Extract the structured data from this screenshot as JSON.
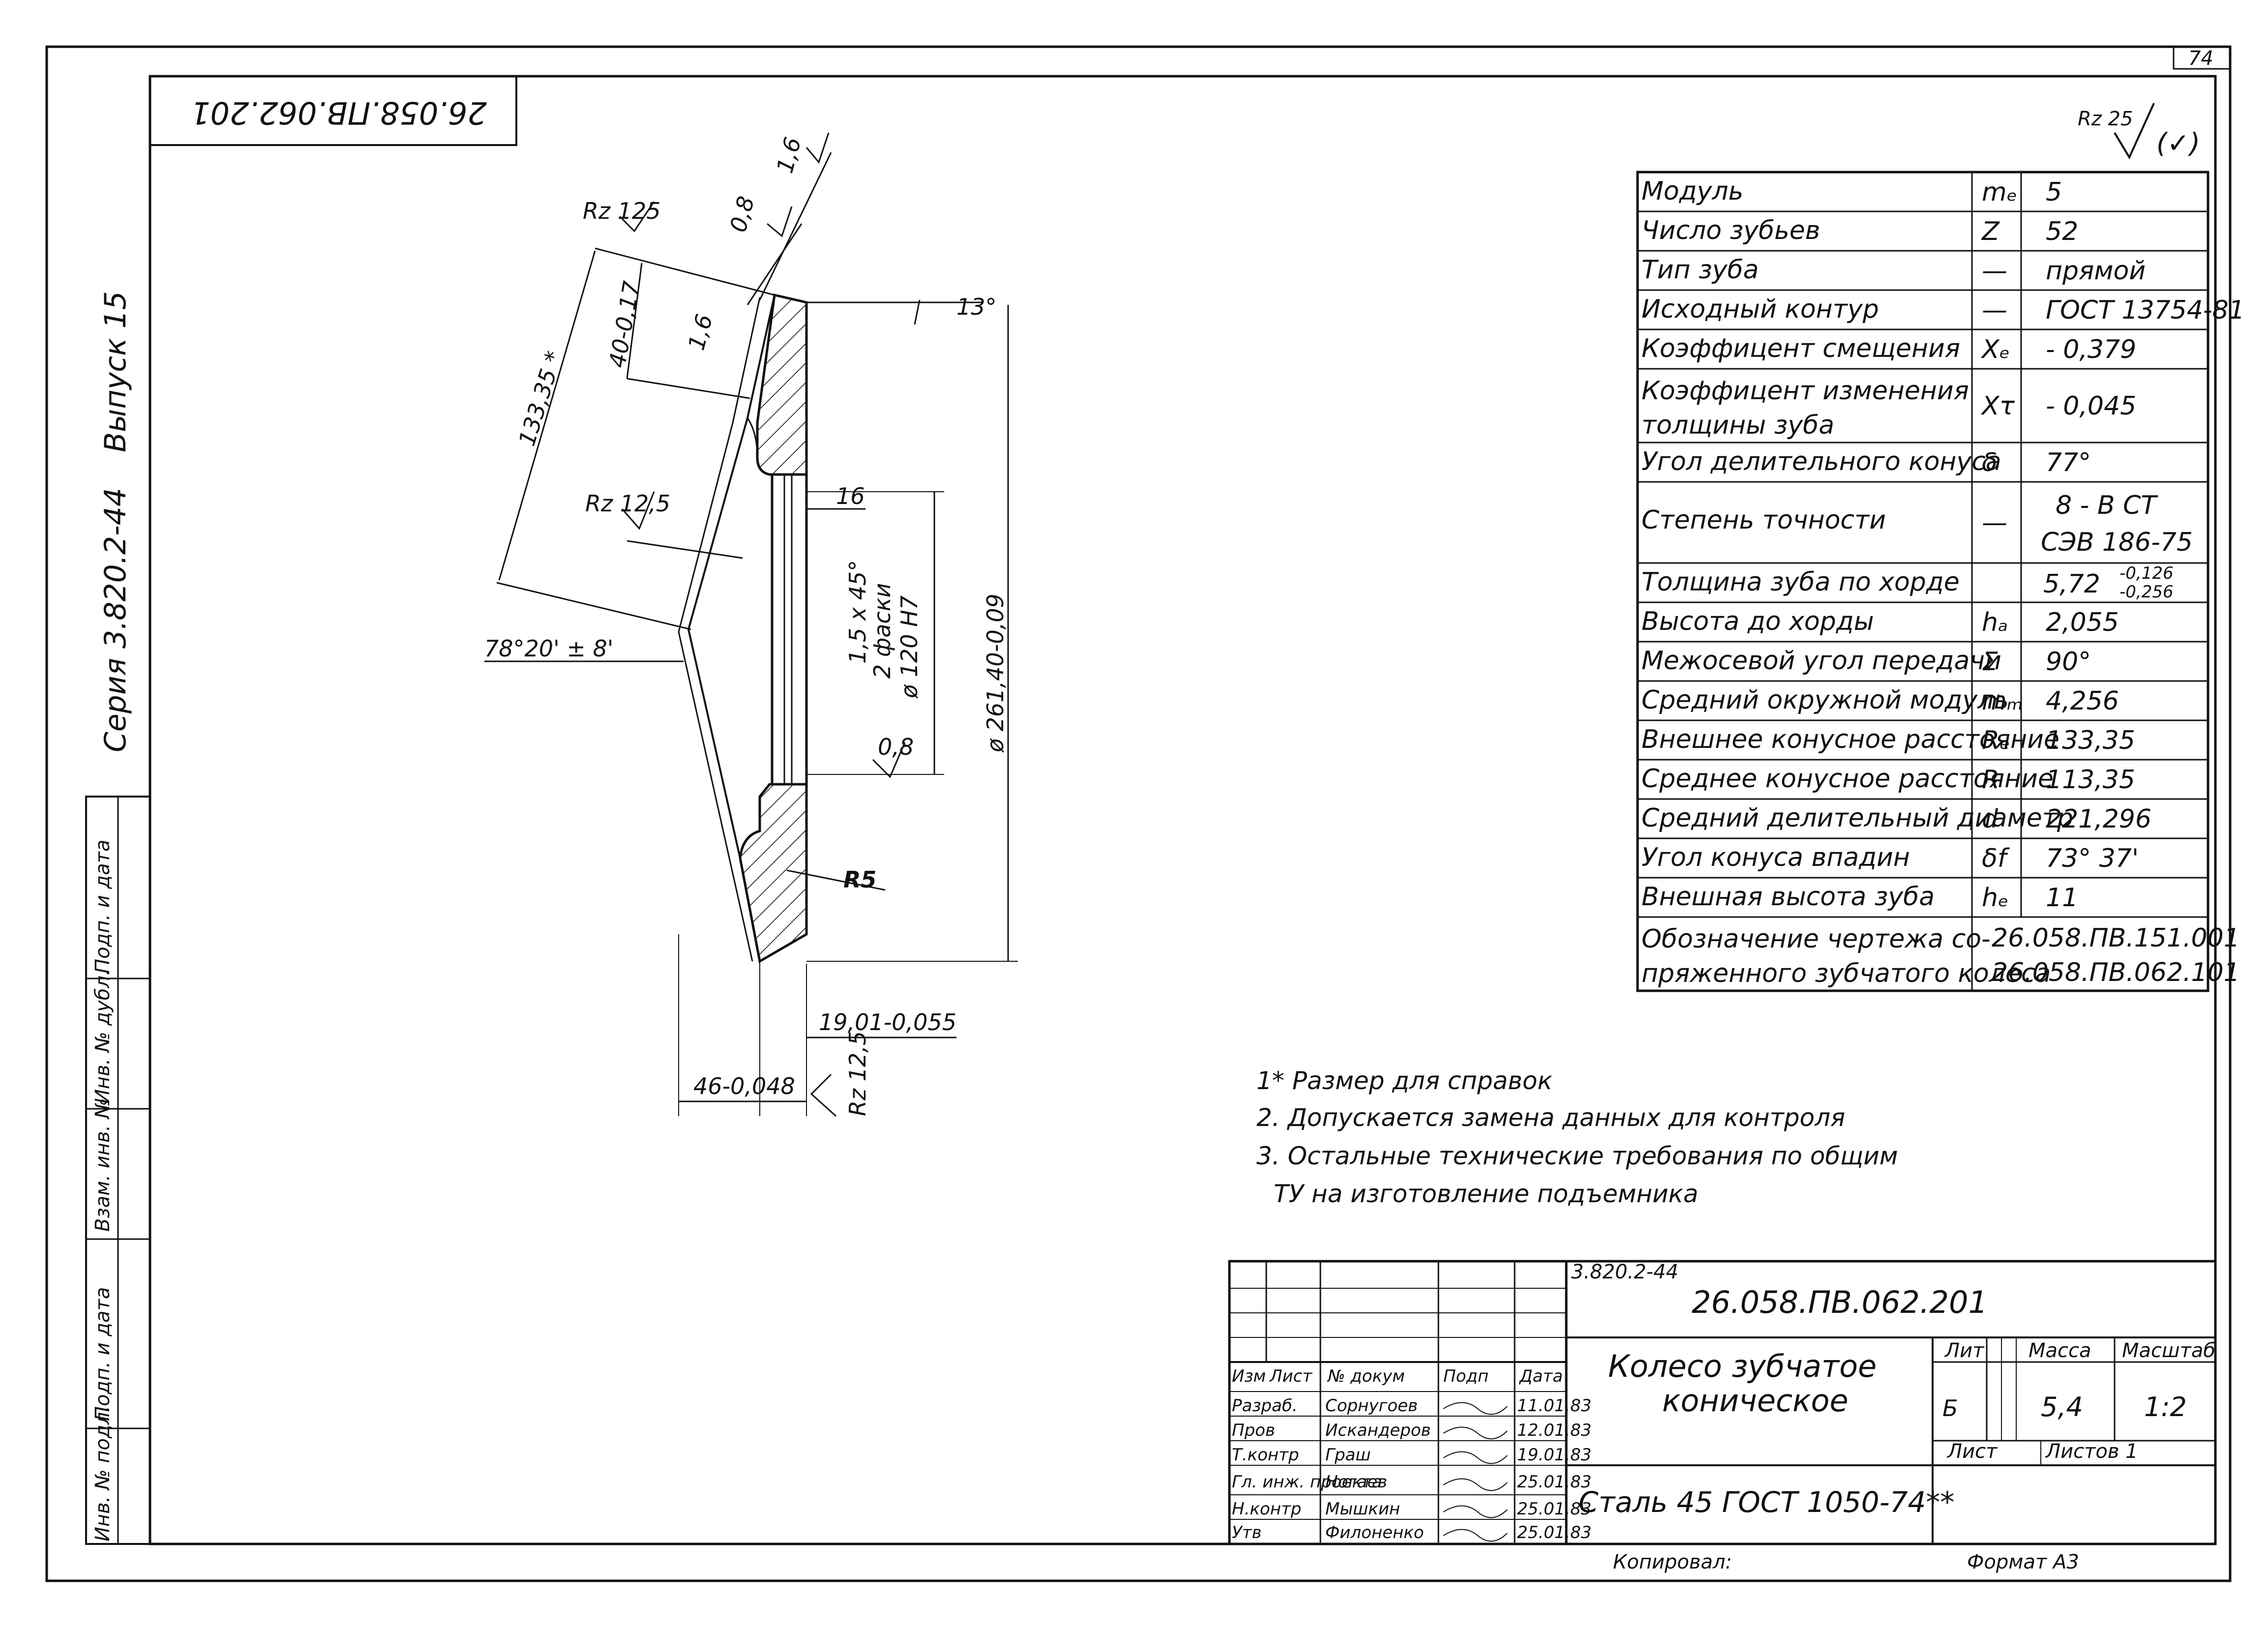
{
  "sheet": {
    "page_number": "74",
    "stamp_rotated": "26.058.ПВ.062.201",
    "roughness_general": "Rz 25",
    "roughness_general_suffix": "(✓)"
  },
  "side_panel": {
    "series": "Серия 3.820.2-44",
    "issue": "Выпуск 15",
    "cells": [
      "Инв. № подл.",
      "Подп. и дата",
      "Взам. инв. №",
      "Инв. № дубл.",
      "Подп. и дата"
    ]
  },
  "drawing": {
    "dims": {
      "rz125_top": "Rz 125",
      "r08_top": "0,8",
      "r16_top": "1,6",
      "r16_mid": "1,6",
      "angle13": "13°",
      "len133": "133,35 *",
      "len40": "40-0,17",
      "rz125_mid": "Rz 12,5",
      "dim16": "16",
      "chamfer": "1,5 х 45°",
      "chamfer2": "2 фаски",
      "dia120": "ø 120 Н7",
      "dia261": "ø 261,40-0,09",
      "angle78": "78°20' ± 8'",
      "r08_bot": "0,8",
      "r5": "R5",
      "len19": "19,01-0,055",
      "len46": "46-0,048",
      "rz125_bot": "Rz 12,5"
    }
  },
  "params_table": {
    "rows": [
      {
        "name": "Модуль",
        "sym": "mₑ",
        "val": "5"
      },
      {
        "name": "Число зубьев",
        "sym": "Z",
        "val": "52"
      },
      {
        "name": "Тип зуба",
        "sym": "—",
        "val": "прямой"
      },
      {
        "name": "Исходный контур",
        "sym": "—",
        "val": "ГОСТ 13754-81"
      },
      {
        "name": "Коэффицент смещения",
        "sym": "Xₑ",
        "val": "- 0,379"
      },
      {
        "name": "Коэффицент изменения толщины зуба",
        "sym": "Xτ",
        "val": "- 0,045"
      },
      {
        "name": "Угол делительного конуса",
        "sym": "δ",
        "val": "77°"
      },
      {
        "name": "Степень точности",
        "sym": "—",
        "val": "8 - В СТ СЭВ 186-75"
      },
      {
        "name": "Толщина зуба по хорде",
        "sym": "",
        "val": "5,72",
        "val_sup": "-0,126",
        "val_sub": "-0,256"
      },
      {
        "name": "Высота до хорды",
        "sym": "hₐ",
        "val": "2,055"
      },
      {
        "name": "Межосевой угол передачи",
        "sym": "Σ",
        "val": "90°"
      },
      {
        "name": "Средний окружной модуль",
        "sym": "mₘ",
        "val": "4,256"
      },
      {
        "name": "Внешнее конусное расстояние",
        "sym": "Rₑ",
        "val": "133,35"
      },
      {
        "name": "Среднее конусное расстояние",
        "sym": "R",
        "val": "113,35"
      },
      {
        "name": "Средний делительный диаметр",
        "sym": "d",
        "val": "221,296"
      },
      {
        "name": "Угол конуса впадин",
        "sym": "δf",
        "val": "73° 37'"
      },
      {
        "name": "Внешная высота зуба",
        "sym": "hₑ",
        "val": "11"
      },
      {
        "name": "Обозначение чертежа сопряженного зубчатого колеса",
        "sym": "",
        "val": "26.058.ПВ.151.001",
        "val2": "26.058.ПВ.062.101"
      }
    ]
  },
  "notes": [
    "1* Размер для справок",
    "2. Допускается замена данных для контроля",
    "3. Остальные технические требования по общим",
    "ТУ на изготовление подъемника"
  ],
  "title_block": {
    "series_small": "3.820.2-44",
    "doc_number": "26.058.ПВ.062.201",
    "title_line1": "Колесо зубчатое",
    "title_line2": "коническое",
    "material": "Сталь 45 ГОСТ 1050-74**",
    "lit_label": "Лит",
    "mass_label": "Масса",
    "scale_label": "Масштаб",
    "lit_value": "Б",
    "mass_value": "5,4",
    "scale_value": "1:2",
    "sheet_label": "Лист",
    "sheets_label": "Листов 1",
    "copied_label": "Копировал:",
    "format_label": "Формат А3",
    "header": [
      "Изм",
      "Лист",
      "№ докум",
      "Подп",
      "Дата"
    ],
    "roles": [
      {
        "role": "Разраб.",
        "name": "Сорнугоев",
        "date": "11.01.83"
      },
      {
        "role": "Пров",
        "name": "Искандеров",
        "date": "12.01.83"
      },
      {
        "role": "Т.контр",
        "name": "Граш",
        "date": "19.01.83"
      },
      {
        "role": "Гл. инж. проекта",
        "name": "Ногаев",
        "date": "25.01.83"
      },
      {
        "role": "Н.контр",
        "name": "Мышкин",
        "date": "25.01.83"
      },
      {
        "role": "Утв",
        "name": "Филоненко",
        "date": "25.01.83"
      }
    ]
  }
}
